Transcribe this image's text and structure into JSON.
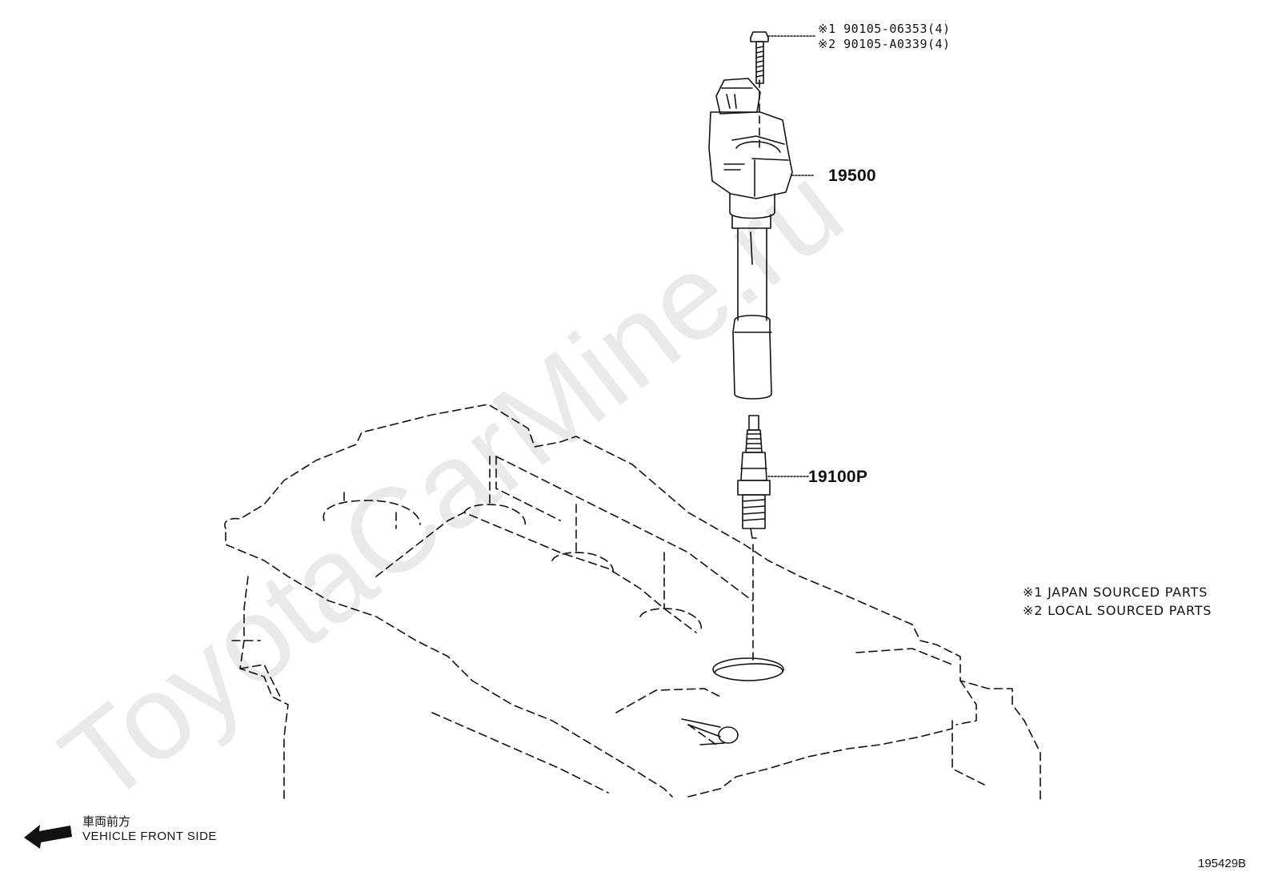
{
  "fastener": {
    "line1": "※1 90105-06353(4)",
    "line2": "※2 90105-A0339(4)"
  },
  "callouts": {
    "coil": "19500",
    "plug": "19100P"
  },
  "notes": {
    "note1": "※1 JAPAN SOURCED PARTS",
    "note2": "※2 LOCAL SOURCED PARTS"
  },
  "front": {
    "jp": "車両前方",
    "en": "VEHICLE FRONT SIDE"
  },
  "diagram_id": "195429B",
  "watermark": "ToyotaCarMine.ru",
  "colors": {
    "line": "#111111",
    "watermark": "#e8e8e8"
  }
}
